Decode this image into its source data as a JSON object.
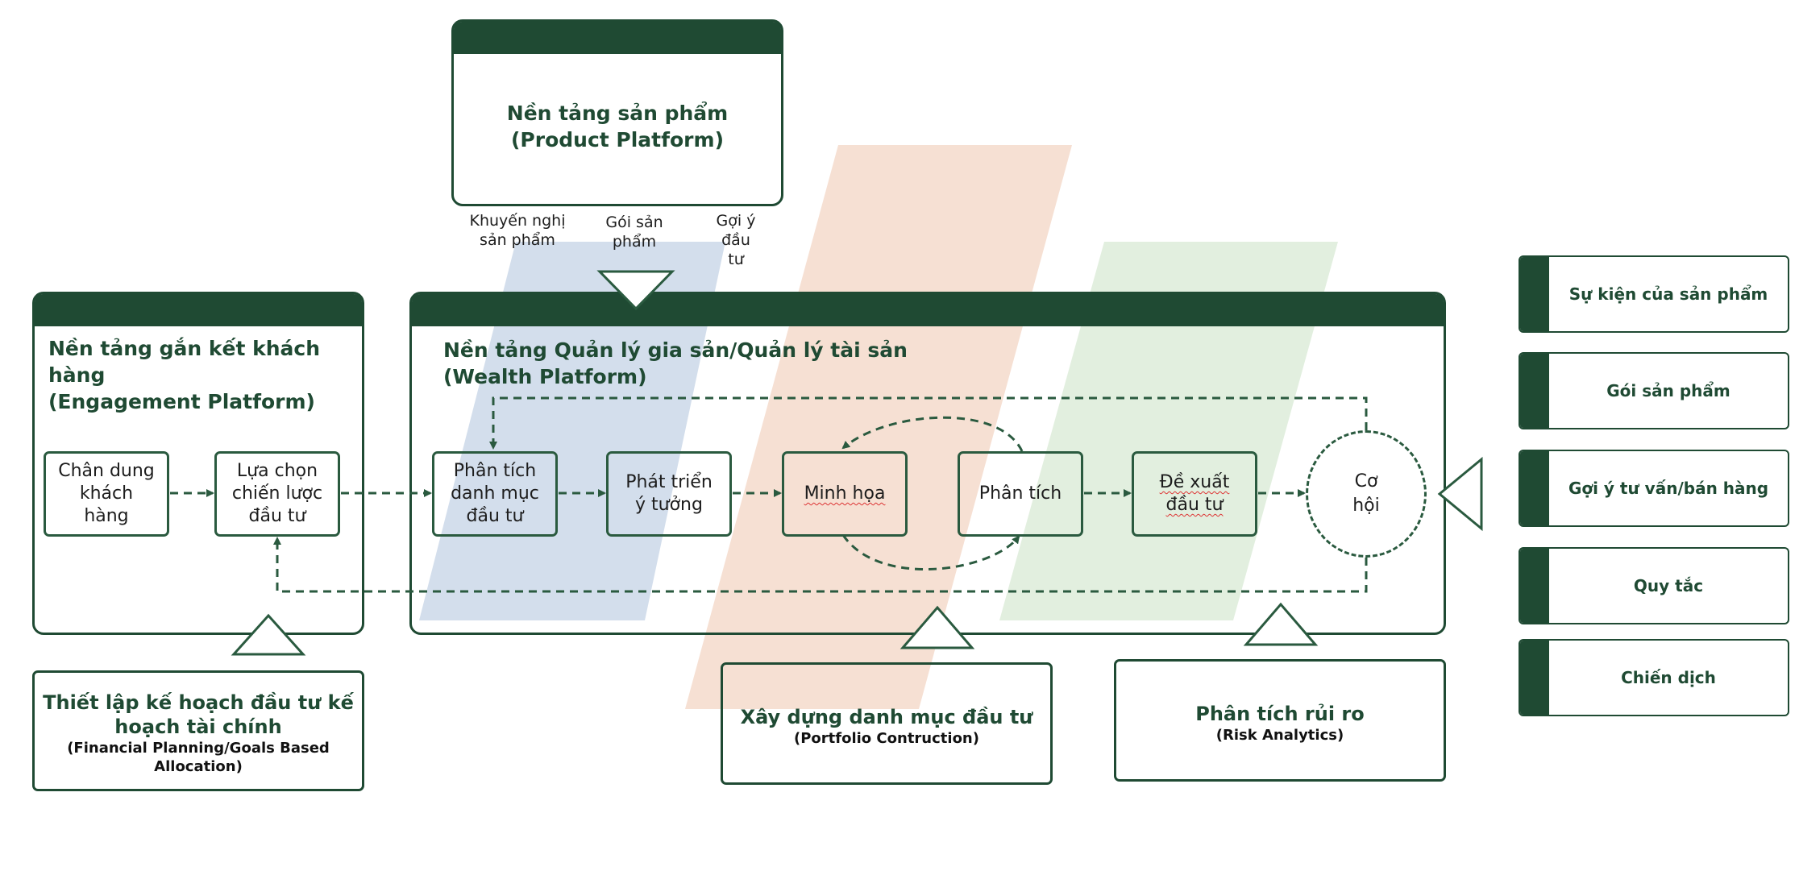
{
  "colors": {
    "dark_green": "#1f4a33",
    "watermark_blue": "#d3deec",
    "watermark_orange": "#f6e0d3",
    "watermark_green": "#e2efdf"
  },
  "product_platform": {
    "title_line1": "Nền tảng sản phẩm",
    "title_line2": "(Product Platform)",
    "labels": [
      "Khuyến nghị\nsản phẩm",
      "Gói sản\nphẩm",
      "Gợi ý\nđầu\ntư"
    ]
  },
  "engagement_platform": {
    "title_line1": "Nền tảng gắn kết khách hàng",
    "title_line2": "(Engagement Platform)",
    "boxes": [
      "Chân dung\nkhách\nhàng",
      "Lựa chọn\nchiến lược\nđầu tư"
    ]
  },
  "wealth_platform": {
    "title_line1": "Nền tảng Quản lý gia sản/Quản lý tài sản",
    "title_line2": "(Wealth Platform)",
    "boxes": [
      "Phân tích\ndanh mục\nđầu tư",
      "Phát triển\ný tưởng",
      "Minh họa",
      "Phân tích",
      "Đề xuất\nđầu tư"
    ],
    "opportunity": "Cơ\nhội"
  },
  "bottom_boxes": {
    "financial_planning": {
      "title": "Thiết lập kế hoạch đầu tư kế\nhoạch tài chính",
      "subtitle": "(Financial Planning/Goals Based\nAllocation)"
    },
    "portfolio_construction": {
      "title": "Xây dựng danh mục đầu tư",
      "subtitle": "(Portfolio Contruction)"
    },
    "risk_analytics": {
      "title": "Phân tích rủi ro",
      "subtitle": "(Risk Analytics)"
    }
  },
  "right_cards": [
    "Sự kiện của sản phẩm",
    "Gói sản phẩm",
    "Gợi ý tư vấn/bán hàng",
    "Quy tắc",
    "Chiến dịch"
  ]
}
